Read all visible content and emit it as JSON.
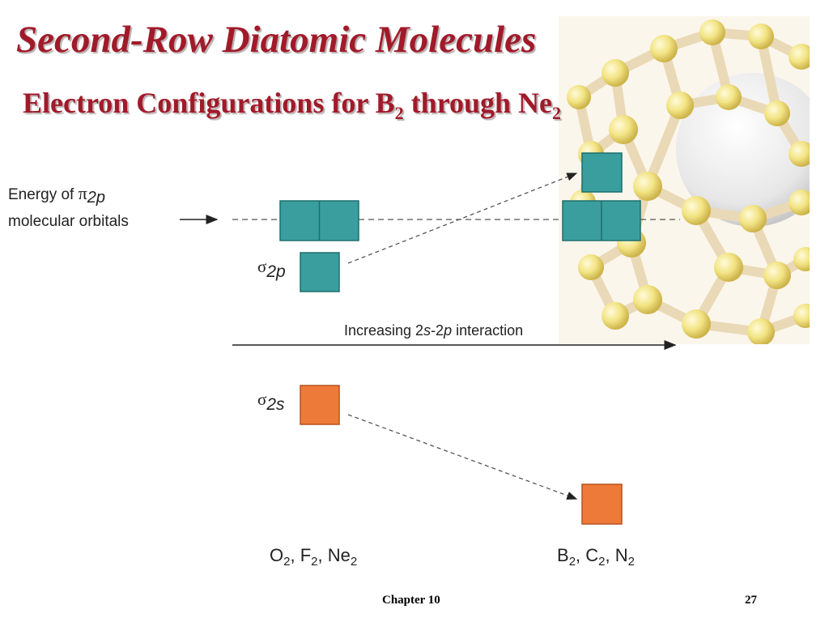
{
  "title": "Second-Row Diatomic Molecules",
  "subtitle": {
    "pre": "Electron Configurations for B",
    "sub1": "2",
    "mid": " through Ne",
    "sub2": "2"
  },
  "diagram": {
    "pi_label_line1": "Energy of ",
    "pi_symbol": "π",
    "pi_sub": "2p",
    "pi_label_line2": "molecular orbitals",
    "sigma2p_symbol": "σ",
    "sigma2p_sub": "2p",
    "sigma2s_symbol": "σ",
    "sigma2s_sub": "2s",
    "interaction_pre": "Increasing 2",
    "interaction_s": "s",
    "interaction_dash": "-2",
    "interaction_p": "p",
    "interaction_post": " interaction",
    "left_group": {
      "a": "O",
      "b": ", F",
      "c": ", Ne",
      "sub": "2"
    },
    "right_group": {
      "a": "B",
      "b": ", C",
      "c": ", N",
      "sub": "2"
    },
    "colors": {
      "teal": "#3a9e9e",
      "orange": "#ee7a3a",
      "title": "#a11a2a"
    }
  },
  "footer": {
    "chapter": "Chapter 10",
    "page": "27"
  }
}
